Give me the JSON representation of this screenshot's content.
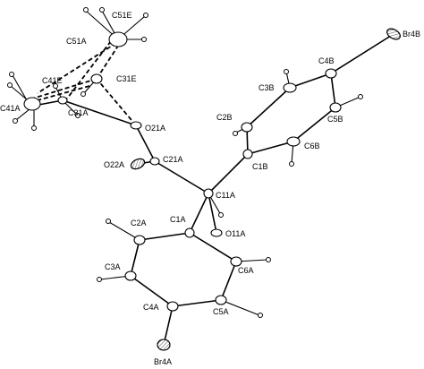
{
  "diagram": {
    "atom_labels": {
      "Br4B": "Br4B",
      "C4B": "C4B",
      "C3B": "C3B",
      "C5B": "C5B",
      "C2B": "C2B",
      "C6B": "C6B",
      "C1B": "C1B",
      "C51E": "C51E",
      "C51A": "C51A",
      "C31E": "C31E",
      "C41E": "C41E",
      "C41A": "C41A",
      "C31A": "C31A",
      "O21A": "O21A",
      "O22A": "O22A",
      "C21A": "C21A",
      "C11A": "C11A",
      "O11A": "O11A",
      "C1A": "C1A",
      "C2A": "C2A",
      "C3A": "C3A",
      "C6A": "C6A",
      "C4A": "C4A",
      "C5A": "C5A",
      "Br4A": "Br4A"
    }
  }
}
